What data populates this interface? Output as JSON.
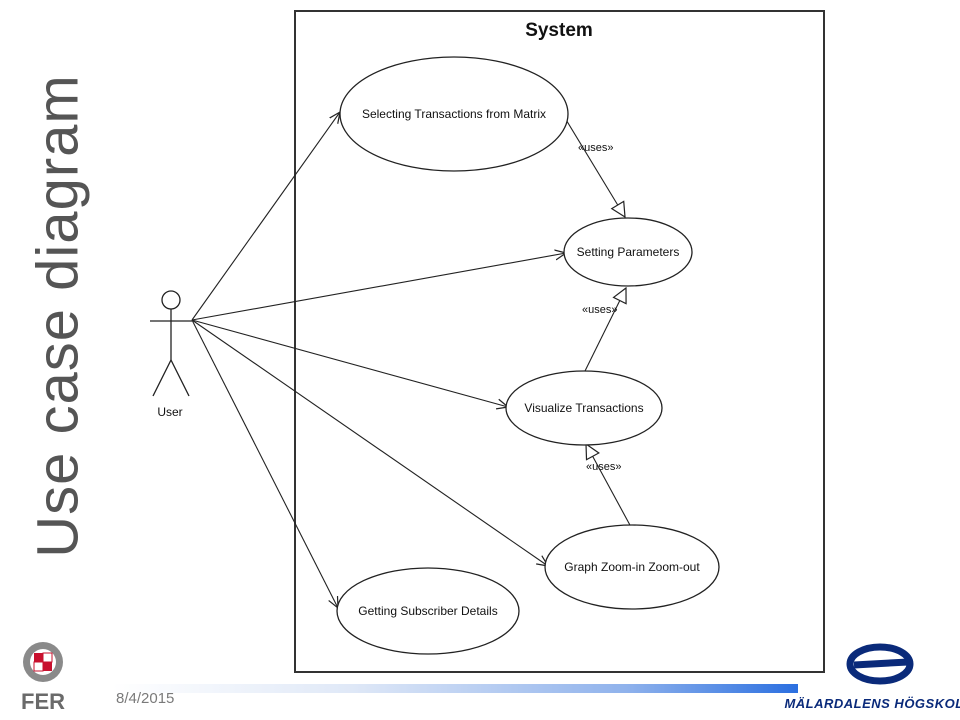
{
  "slide": {
    "title": "Use case diagram",
    "date": "8/4/2015"
  },
  "diagram": {
    "system_label": "System",
    "actor": {
      "name": "User"
    },
    "use_cases": [
      {
        "id": "uc-selecting",
        "label": "Selecting Transactions from Matrix"
      },
      {
        "id": "uc-setting",
        "label": "Setting Parameters"
      },
      {
        "id": "uc-visualize",
        "label": "Visualize Transactions"
      },
      {
        "id": "uc-zoom",
        "label": "Graph Zoom-in Zoom-out"
      },
      {
        "id": "uc-subscriber",
        "label": "Getting Subscriber Details"
      }
    ],
    "relations": [
      {
        "from": "uc-selecting",
        "to": "uc-setting",
        "label": "«uses»"
      },
      {
        "from": "uc-visualize",
        "to": "uc-setting",
        "label": "«uses»"
      },
      {
        "from": "uc-zoom",
        "to": "uc-visualize",
        "label": "«uses»"
      }
    ],
    "associations": [
      "uc-selecting",
      "uc-setting",
      "uc-visualize",
      "uc-zoom",
      "uc-subscriber"
    ]
  },
  "logos": {
    "left": {
      "text": "FER",
      "colors": [
        "#c8102e",
        "#8a8a8a"
      ]
    },
    "right": {
      "text": "MÄLARDALENS HÖGSKOLA",
      "color": "#0a2a7a"
    }
  },
  "colors": {
    "footer_bar_end": "#2b6fe0",
    "title_gray": "#555555"
  }
}
